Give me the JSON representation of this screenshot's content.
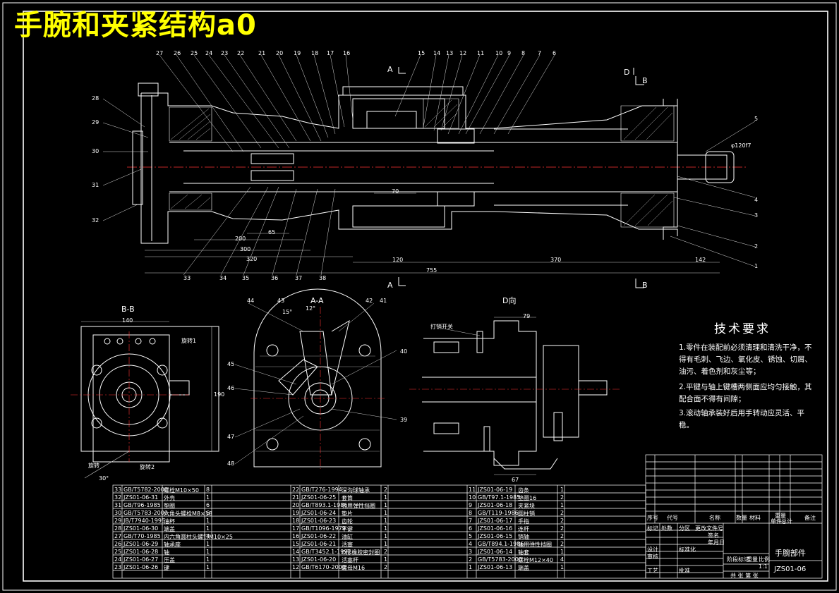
{
  "title": "手腕和夹紧结构a0",
  "colors": {
    "background": "#000000",
    "lines": "#ffffff",
    "title": "#ffff00",
    "centerline": "#ff3333",
    "dim": "#cccccc"
  },
  "views": {
    "section_bb": "B-B",
    "section_aa": "A-A",
    "view_d": "D向",
    "mark_a_top": "A",
    "mark_a_bottom": "A",
    "mark_b_top": "B",
    "mark_b_bottom": "B",
    "mark_d": "D"
  },
  "tech_requirements": {
    "title": "技术要求",
    "items": [
      "1.零件在装配前必须清理和清洗干净，不得有毛刺、飞边、氧化皮、锈蚀、切屑、油污、着色剂和灰尘等；",
      "2.平键与轴上键槽两侧面应均匀接触，其配合面不得有间隙；",
      "3.滚动轴承装好后用手转动应灵活、平稳。"
    ]
  },
  "balloons_top": [
    "27",
    "26",
    "25",
    "24",
    "23",
    "22",
    "21",
    "20",
    "19",
    "18",
    "17",
    "16",
    "15",
    "14",
    "13",
    "12",
    "11",
    "10",
    "9",
    "8",
    "7",
    "6"
  ],
  "balloons_left": [
    "28",
    "29",
    "30",
    "31",
    "32"
  ],
  "balloons_right": [
    "5",
    "4",
    "3",
    "2",
    "1"
  ],
  "balloons_bottom": [
    "33",
    "34",
    "35",
    "36",
    "37",
    "38"
  ],
  "balloons_aa": [
    "44",
    "43",
    "42",
    "41",
    "40",
    "45",
    "46",
    "47",
    "48",
    "39"
  ],
  "dimensions": {
    "d200": "200",
    "d65": "65",
    "d300": "300",
    "d320": "320",
    "d70": "70",
    "d120": "120",
    "d370": "370",
    "d142": "142",
    "d755": "755",
    "d140": "140",
    "d190": "190",
    "d79": "79",
    "d67": "67",
    "phi_right": "φ120f7"
  },
  "callouts": {
    "rot1": "旋转1",
    "rot2": "旋转2",
    "rotate": "旋转",
    "pump": "打销开关",
    "angle30": "30°",
    "angle15": "15°",
    "angle12": "12°"
  },
  "parts_list": {
    "rows": [
      [
        "33",
        "GB/T5782-2000",
        "螺栓M10×50",
        "8"
      ],
      [
        "32",
        "JZS01-06-31",
        "外壳",
        "1"
      ],
      [
        "31",
        "GB/T96-1985",
        "垫圈",
        "6"
      ],
      [
        "30",
        "GB/T5783-2000",
        "六角头螺栓M8×18",
        "6"
      ],
      [
        "29",
        "JB/T7940-1995",
        "油杯",
        "1"
      ],
      [
        "28",
        "JZS01-06-30",
        "端盖",
        "1"
      ],
      [
        "27",
        "GB/T70-1985",
        "内六角圆柱头螺钉M10×25",
        "4"
      ],
      [
        "26",
        "JZS01-06-29",
        "轴承座",
        "1"
      ],
      [
        "25",
        "JZS01-06-28",
        "轴",
        "1"
      ],
      [
        "24",
        "JZS01-06-27",
        "压盖",
        "1"
      ],
      [
        "23",
        "JZS01-06-26",
        "键",
        "1"
      ],
      [
        "22",
        "GB/T276-1994",
        "深沟球轴承",
        "2"
      ],
      [
        "21",
        "JZS01-06-25",
        "套筒",
        "1"
      ],
      [
        "20",
        "GB/T893.1-1986",
        "孔用弹性挡圈",
        "1"
      ],
      [
        "19",
        "JZS01-06-24",
        "垫片",
        "1"
      ],
      [
        "18",
        "JZS01-06-23",
        "齿轮",
        "1"
      ],
      [
        "17",
        "GB/T1096-1979",
        "平键",
        "1"
      ],
      [
        "16",
        "JZS01-06-22",
        "油缸",
        "1"
      ],
      [
        "15",
        "JZS01-06-21",
        "活塞",
        "1"
      ],
      [
        "14",
        "GB/T3452.1-1992",
        "O形橡胶密封圈",
        "2"
      ],
      [
        "13",
        "JZS01-06-20",
        "活塞杆",
        "1"
      ],
      [
        "12",
        "GB/T6170-2000",
        "螺母M16",
        "2"
      ],
      [
        "11",
        "JZS01-06-19",
        "齿条",
        "1"
      ],
      [
        "10",
        "GB/T97.1-1985",
        "垫圈16",
        "2"
      ],
      [
        "9",
        "JZS01-06-18",
        "夹紧块",
        "1"
      ],
      [
        "8",
        "GB/T119-1986",
        "圆柱销",
        "2"
      ],
      [
        "7",
        "JZS01-06-17",
        "手指",
        "2"
      ],
      [
        "6",
        "JZS01-06-16",
        "连杆",
        "2"
      ],
      [
        "5",
        "JZS01-06-15",
        "销轴",
        "2"
      ],
      [
        "4",
        "GB/T894.1-1986",
        "轴用弹性挡圈",
        "2"
      ],
      [
        "3",
        "JZS01-06-14",
        "轴套",
        "1"
      ],
      [
        "2",
        "GB/T5783-2000",
        "螺栓M12×40",
        "4"
      ],
      [
        "1",
        "JZS01-06-13",
        "端盖",
        "1"
      ]
    ],
    "header": [
      "序号",
      "代号",
      "名称",
      "数量",
      "材料",
      "单件",
      "总计",
      "备注"
    ],
    "header_sub": [
      "重量"
    ]
  },
  "title_block": {
    "name": "手腕部件",
    "code": "JZS01-06",
    "scale": "1:1",
    "row_labels": [
      "标记",
      "处数",
      "分区",
      "更改文件号",
      "签名",
      "年月日"
    ],
    "design": "设计",
    "standard": "标准化",
    "check": "审核",
    "process": "工艺",
    "approve": "批准",
    "stage": "阶段标记",
    "weight": "重量",
    "ratio": "比例",
    "sheets": "共 张 第 张"
  }
}
